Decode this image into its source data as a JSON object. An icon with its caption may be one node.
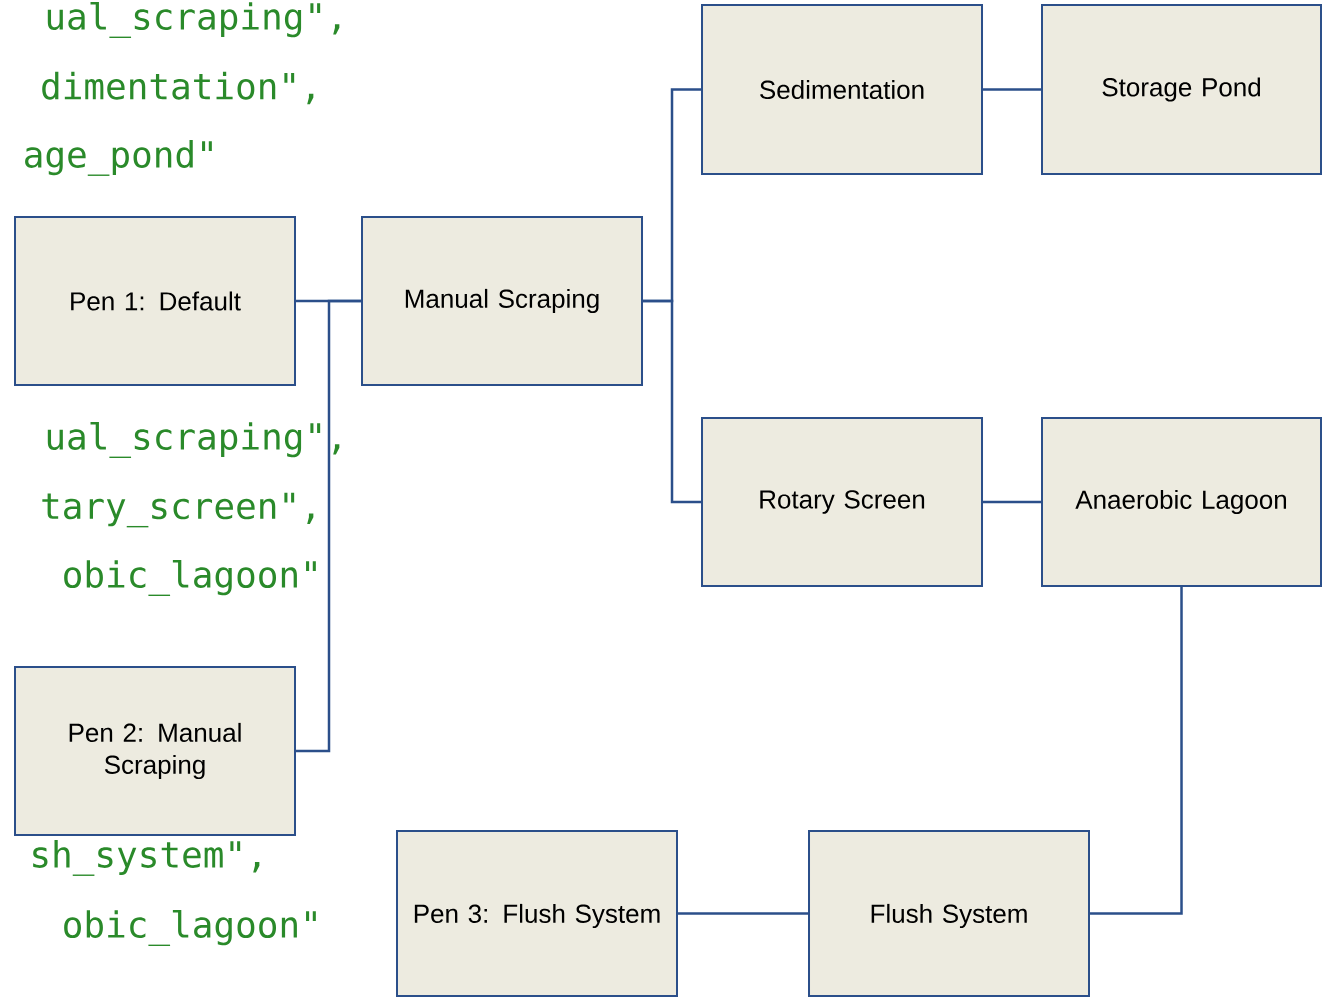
{
  "diagram": {
    "nodes": [
      {
        "text": [
          "Sedimentation"
        ]
      },
      {
        "text": [
          "Storage Pond"
        ]
      },
      {
        "text": [
          "Pen 1: Default"
        ]
      },
      {
        "text": [
          "Manual Scraping"
        ]
      },
      {
        "text": [
          "Rotary Screen"
        ]
      },
      {
        "text": [
          "Anaerobic Lagoon"
        ]
      },
      {
        "text": [
          "Pen 2: Manual Scraping"
        ]
      },
      {
        "text": [
          "Pen 3: Flush System"
        ]
      },
      {
        "text": [
          "Flush System"
        ]
      }
    ],
    "edges": [
      {
        "from": 2,
        "to": 3,
        "arrow": "none"
      },
      {
        "from": 6,
        "to": 3,
        "arrow": "none"
      },
      {
        "from": 3,
        "to": 0,
        "arrow": "none"
      },
      {
        "from": 3,
        "to": 4,
        "arrow": "none"
      },
      {
        "from": 0,
        "to": 1,
        "arrow": "none"
      },
      {
        "from": 4,
        "to": 5,
        "arrow": "none"
      },
      {
        "from": 7,
        "to": 8,
        "arrow": "none"
      },
      {
        "from": 8,
        "to": 5,
        "arrow": "none"
      }
    ],
    "labels": [
      "ual_scraping\",",
      "dimentation\",",
      "age_pond\"",
      "ual_scraping\",",
      "tary_screen\",",
      "obic_lagoon\"",
      "sh_system\",",
      "obic_lagoon\""
    ]
  }
}
